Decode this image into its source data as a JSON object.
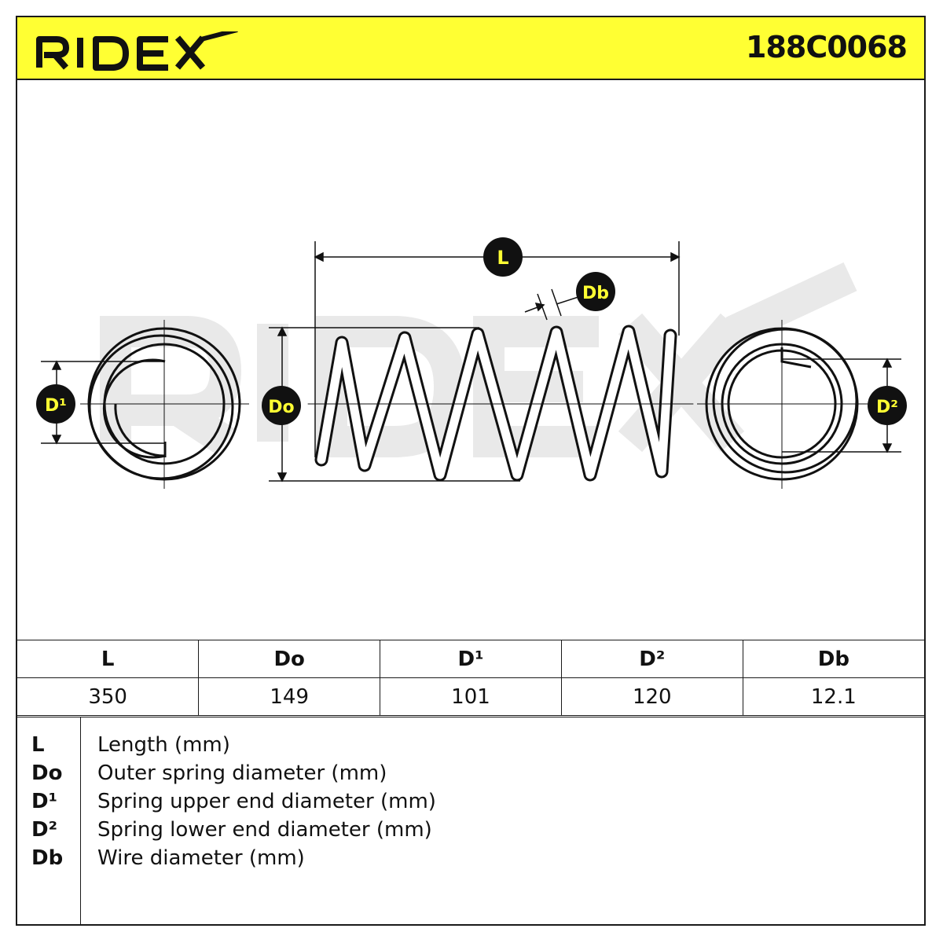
{
  "header": {
    "brand": "RIDEX",
    "part_number": "188C0068"
  },
  "drawing": {
    "labels": {
      "length": "L",
      "wire": "Db",
      "outer": "Do",
      "upper": "D¹",
      "lower": "D²"
    },
    "watermark": "RIDEX"
  },
  "specs": {
    "headers": [
      "L",
      "Do",
      "D¹",
      "D²",
      "Db"
    ],
    "values": [
      "350",
      "149",
      "101",
      "120",
      "12.1"
    ]
  },
  "legend": [
    {
      "symbol": "L",
      "description": "Length (mm)"
    },
    {
      "symbol": "Do",
      "description": "Outer spring diameter (mm)"
    },
    {
      "symbol": "D¹",
      "description": "Spring upper end diameter (mm)"
    },
    {
      "symbol": "D²",
      "description": "Spring lower end diameter (mm)"
    },
    {
      "symbol": "Db",
      "description": "Wire diameter (mm)"
    }
  ],
  "colors": {
    "header_bg": "#ffff33",
    "label_bubble": "#111111",
    "label_text": "#ffff33"
  }
}
